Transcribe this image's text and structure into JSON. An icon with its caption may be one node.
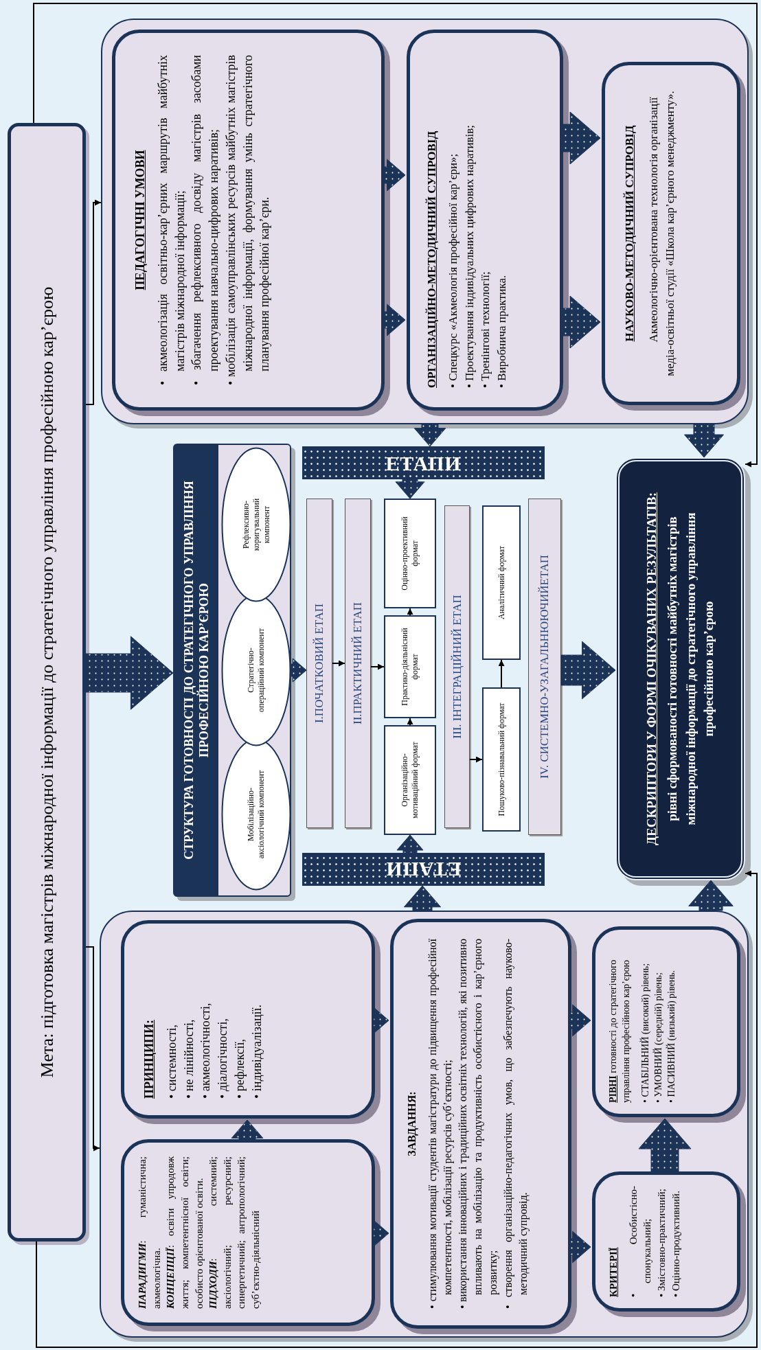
{
  "diagram": {
    "nodes": [
      {
        "text": [
          "Мета: підготовка магістрів міжнародної інформації до стратегічного управління професійною кар’єрою"
        ]
      },
      {
        "text": [],
        "shape": "box"
      },
      {
        "text": [
          "ПЕДАГОГІЧНІ УМОВИ",
          "• акмеологізація освітньо-кар’єрних маршрутів майбутніх магістрів міжнародної інформації;",
          "• збагачення рефлексивного досвіду магістрів засобами проектування навчально-цифрових наративів;",
          "• мобілізація самоуправлінських ресурсів майбутніх магістрів міжнародної інформації, формування умінь стратегічного планування професійної кар’єри."
        ],
        "in": 1
      },
      {
        "text": [
          "ОРГАНІЗАЦІЙНО-МЕТОДИЧНИЙ СУПРОВІД",
          "• Спецкурс «Акмеологія професійної кар’єри»;",
          "• Проектування індивідуальних цифрових наративів;",
          "• Тренінгові технології;",
          "• Виробнича практика."
        ],
        "in": 1
      },
      {
        "text": [
          "НАУКОВО-МЕТОДИЧНИЙ СУПРОВІД",
          "Акмеологічно-орієнтована технологія організації медіа-освітньої студії «Школа кар’єрного менеджменту»."
        ],
        "in": 1
      },
      {
        "text": [
          "СТРУКТУРА ГОТОВНОСТІ ДО СТРАТЕГІЧНОГО УПРАВЛІННЯ ПРОФЕСІЙНОЮ КАР’ЄРОЮ"
        ]
      },
      {
        "text": [
          "Мобілізаційно-аксіологічний компонент"
        ],
        "in": 5
      },
      {
        "text": [
          "Стратегічно-операційний компонент"
        ],
        "in": 5
      },
      {
        "text": [
          "Рефлексивно-коригувальний компонент"
        ],
        "in": 5
      },
      {
        "text": [
          "ЕТАПИ"
        ]
      },
      {
        "text": [
          "І.ПОЧАТКОВИЙ ЕТАП"
        ]
      },
      {
        "text": [
          "ІІ.ПРАКТИЧНИЙ ЕТАП"
        ]
      },
      {
        "text": [
          "Організаційно-мотиваційний формат"
        ]
      },
      {
        "text": [
          "Практико-діяльнісний формат"
        ]
      },
      {
        "text": [
          "Оцінно-проективний формат"
        ]
      },
      {
        "text": [
          "ІІІ. ІНТЕГРАЦІЙНИЙ ЕТАП"
        ]
      },
      {
        "text": [
          "Пошуково-пізнавальний формат"
        ]
      },
      {
        "text": [
          "Аналітичний формат"
        ]
      },
      {
        "text": [
          "ІV. СИСТЕМНО-УЗАГАЛЬНЮЮЧИЙЕТАП"
        ]
      },
      {
        "text": [
          "ЕТАПИ"
        ]
      },
      {
        "text": [
          "ДЕСКРИПТОРИ У ФОРМІ ОЧІКУВАНИХ РЕЗУЛЬТАТІВ:",
          "рівні сформованості готовності майбутніх магістрів міжнародної інформації до стратегічного управління професійною кар’єрою"
        ]
      },
      {
        "text": [],
        "shape": "box"
      },
      {
        "text": [
          "**ПАРАДИГМИ**: гуманістична; акмеологічна.",
          "**КОНЦЕПЦІЇ**: освіти упродовж життя; компетентнісної освіти; особисто орієнтованої освіти.",
          "**ПІДХОДИ**: системний; аксіологічний; ресурсний; синергетичний; антропологічний; суб’єктно-діяльнісний"
        ],
        "in": 21
      },
      {
        "text": [
          "ПРИНЦИПИ:",
          "• системності,",
          "• не лінійності,",
          "• акмеологічності,",
          "• діалогічності,",
          "• рефлексії,",
          "• індивідуалізації."
        ],
        "in": 21
      },
      {
        "text": [
          "ЗАВДАННЯ:",
          "• стимулювання мотивації студентів магістратури до підвищення професійної компетентності, мобілізації ресурсів суб’єктності;",
          "• використання інноваційних і традиційних освітніх технологій, які позитивно впливають на мобілізацію та продуктивність особистісного і кар’єрного розвитку;",
          "• створення організаційно-педагогічних умов, що забезпечують науково-методичний супровід."
        ],
        "in": 21
      },
      {
        "text": [
          "КРИТЕРІЇ",
          "• Особистісно-спонукальний;",
          "• Змістовно-практичний;",
          "• Оцінно-продуктивний."
        ],
        "in": 21
      },
      {
        "text": [
          "**РІВНІ** готовності до стратегічного управління професійною кар’єрою",
          "• СТАБІЛЬНИЙ (високий) рівень;",
          "• УМОВНИЙ (середній) рівень;",
          "• ПАСИВНИЙ (низький) рівень."
        ],
        "in": 21
      }
    ],
    "edges": [
      {
        "from": 0,
        "to": 1,
        "arrow": "to"
      },
      {
        "from": 0,
        "to": 21,
        "arrow": "to"
      },
      {
        "from": 0,
        "to": 5,
        "arrow": "to",
        "style": "thick"
      },
      {
        "from": 2,
        "to": 3,
        "arrow": "to",
        "style": "thick"
      },
      {
        "from": 2,
        "to": 3,
        "arrow": "to",
        "style": "thick"
      },
      {
        "from": 3,
        "to": 4,
        "arrow": "to",
        "style": "thick"
      },
      {
        "from": 3,
        "to": 4,
        "arrow": "to",
        "style": "thick"
      },
      {
        "from": 1,
        "to": 19,
        "arrow": "to",
        "style": "thick"
      },
      {
        "from": 1,
        "to": 20,
        "arrow": "to",
        "style": "thick"
      },
      {
        "from": 21,
        "to": 9,
        "arrow": "to",
        "style": "thick"
      },
      {
        "from": 21,
        "to": 20,
        "arrow": "to",
        "style": "thick"
      },
      {
        "from": 19,
        "to": 14,
        "arrow": "to",
        "style": "thick"
      },
      {
        "from": 9,
        "to": 12,
        "arrow": "to",
        "style": "thick"
      },
      {
        "from": 5,
        "to": 10,
        "arrow": "to",
        "style": "thick"
      },
      {
        "from": 10,
        "to": 11,
        "arrow": "to"
      },
      {
        "from": 11,
        "to": 13,
        "arrow": "to"
      },
      {
        "from": 15,
        "to": 16,
        "arrow": "to"
      },
      {
        "from": 12,
        "to": 13,
        "arrow": "to"
      },
      {
        "from": 13,
        "to": 14,
        "arrow": "to"
      },
      {
        "from": 16,
        "to": 17,
        "arrow": "to"
      },
      {
        "from": 18,
        "to": 20,
        "arrow": "to",
        "style": "thick"
      },
      {
        "from": 22,
        "to": 23,
        "arrow": "to",
        "style": "thick"
      },
      {
        "from": 23,
        "to": 24,
        "arrow": "to",
        "style": "thick"
      },
      {
        "from": 22,
        "to": 24,
        "arrow": "to",
        "style": "thick"
      },
      {
        "from": 24,
        "to": 25,
        "arrow": "to",
        "style": "thick"
      },
      {
        "from": 24,
        "to": 26,
        "arrow": "to",
        "style": "thick"
      },
      {
        "from": 25,
        "to": 26,
        "arrow": "to",
        "style": "thick"
      },
      {
        "from": 0,
        "to": 20,
        "arrow": "to"
      },
      {
        "from": 0,
        "to": 20,
        "arrow": "to"
      }
    ]
  }
}
